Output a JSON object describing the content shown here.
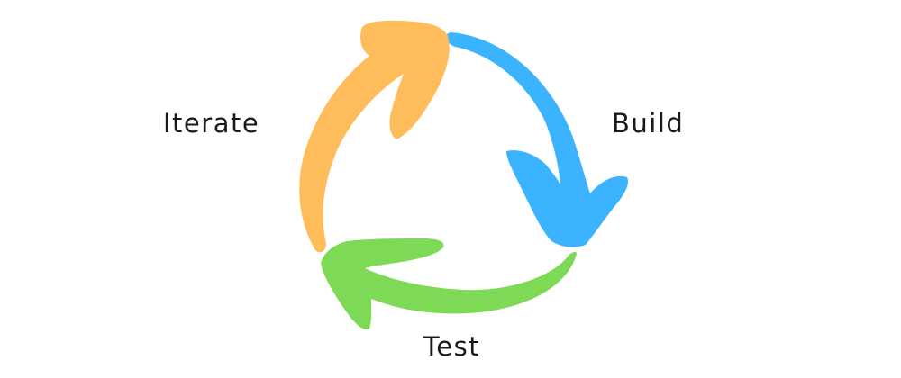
{
  "diagram": {
    "steps": [
      {
        "label": "Build",
        "color": "#3BB3FF"
      },
      {
        "label": "Test",
        "color": "#7ED957"
      },
      {
        "label": "Iterate",
        "color": "#FFBC5A"
      }
    ],
    "background": "#FFFFFF",
    "text_color": "#1A1A1A"
  }
}
